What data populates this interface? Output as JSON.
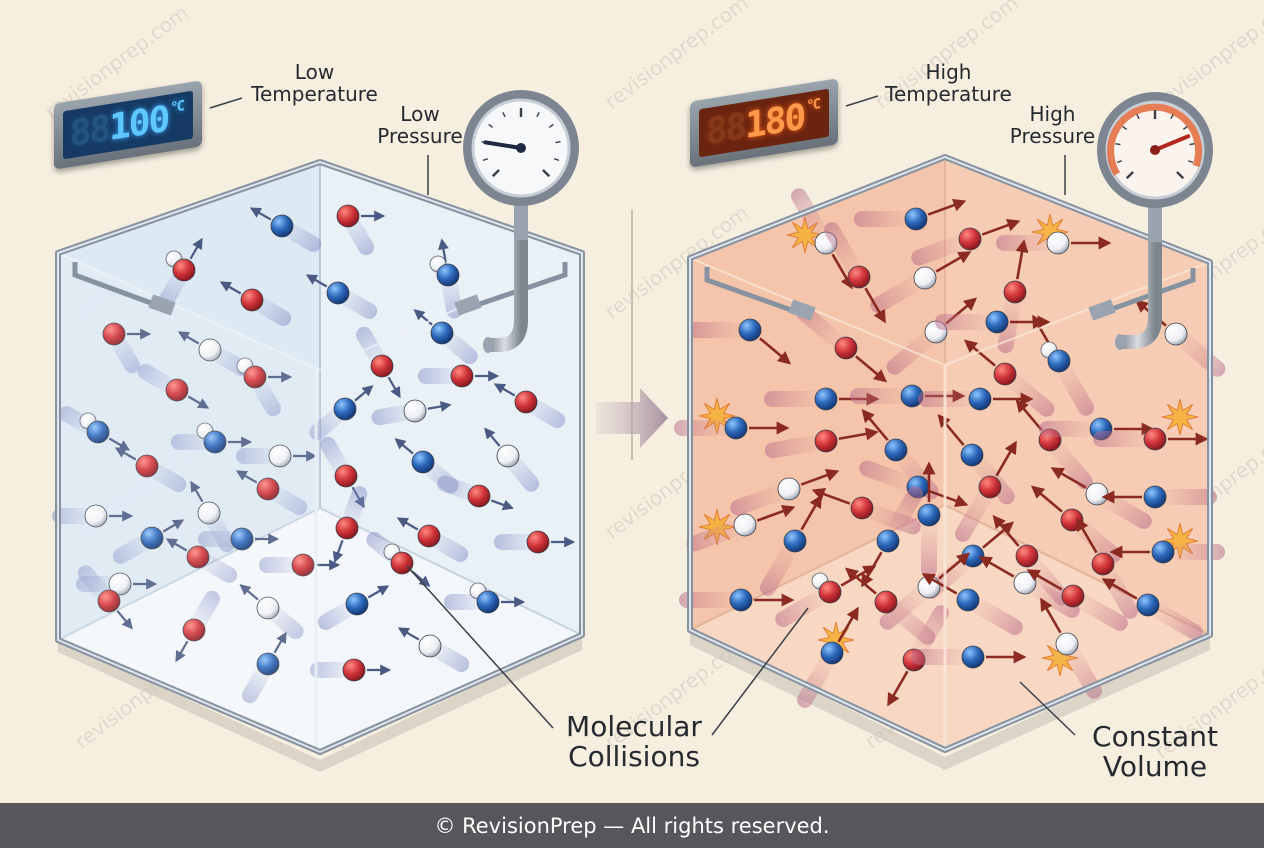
{
  "left_panel": {
    "temperature_label": "Low\nTemperature",
    "pressure_label": "Low\nPressure",
    "display": {
      "value": "100",
      "ghost_digits": "88",
      "unit": "°C"
    },
    "gauge_level": 0.2,
    "colors": {
      "fill": "#e6eff7",
      "display_text": "#5fc7ff"
    }
  },
  "right_panel": {
    "temperature_label": "High\nTemperature",
    "pressure_label": "High\nPressure",
    "display": {
      "value": "180",
      "ghost_digits": "88",
      "unit": "°C"
    },
    "gauge_level": 0.75,
    "colors": {
      "fill": "#f6cdb4",
      "display_text": "#ff9a4a"
    }
  },
  "callouts": {
    "collisions": "Molecular\nCollisions",
    "volume": "Constant\nVolume"
  },
  "watermark": "revisionprep.com",
  "footer": "© RevisionPrep — All rights reserved.",
  "colors": {
    "background": "#f6efe0",
    "molecule_red": "#c8323a",
    "molecule_blue": "#2a64b4",
    "molecule_white": "#ffffff",
    "arrow_cool": "#4a5a82",
    "arrow_hot": "#8a2a20",
    "footer_bg": "#55575b"
  }
}
